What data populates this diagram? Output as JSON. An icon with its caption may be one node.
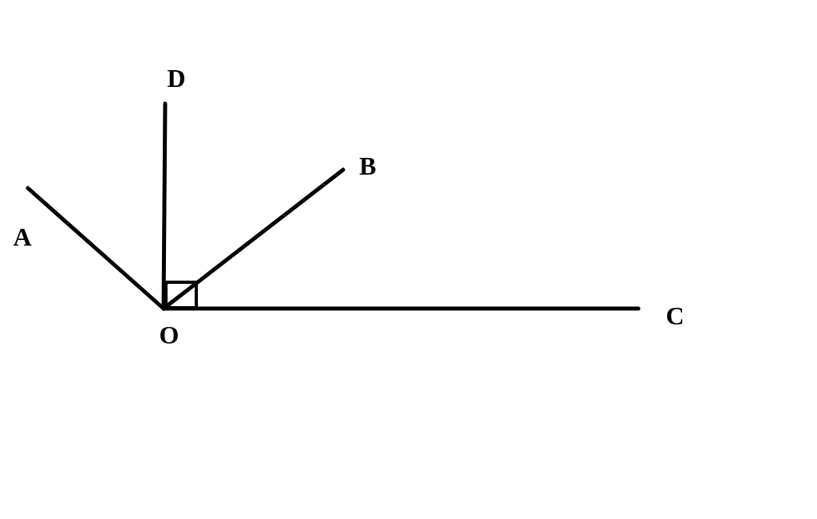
{
  "diagram": {
    "nodes": [
      {
        "text": [
          "D"
        ]
      },
      {
        "text": [
          "B"
        ]
      },
      {
        "text": [
          "A"
        ]
      },
      {
        "text": [
          "C"
        ]
      },
      {
        "text": [
          "O"
        ]
      }
    ],
    "edges": [
      {
        "from": 4,
        "to": 0,
        "arrow": "none"
      },
      {
        "from": 4,
        "to": 1,
        "arrow": "none"
      },
      {
        "from": 4,
        "to": 2,
        "arrow": "none"
      },
      {
        "from": 4,
        "to": 3,
        "arrow": "none"
      }
    ]
  }
}
